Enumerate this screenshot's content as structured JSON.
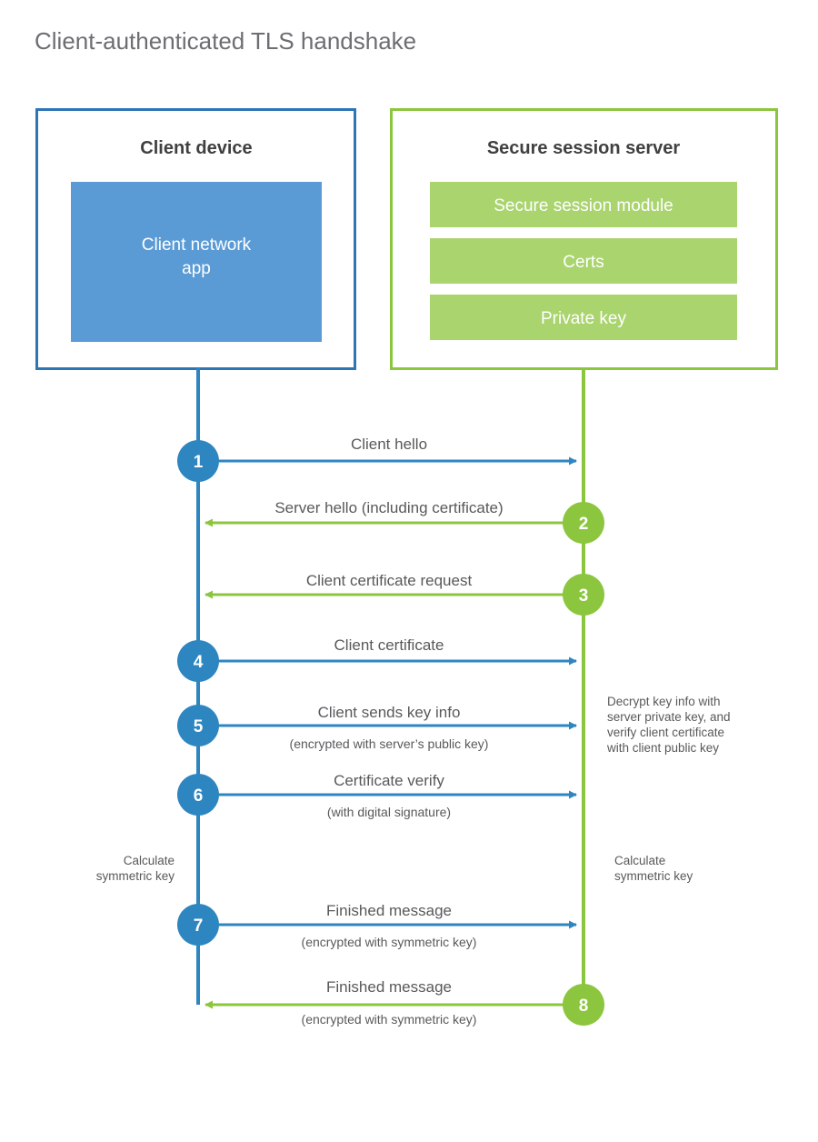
{
  "title": "Client-authenticated TLS handshake",
  "colors": {
    "client_border": "#2e75b6",
    "client_fill": "#5b9bd5",
    "client_line": "#2e86c1",
    "server_border": "#8cc63f",
    "server_fill": "#a9d46e",
    "server_line": "#8cc63f",
    "text_dark": "#404040",
    "text_body": "#58595b",
    "title_gray": "#6d6e71",
    "white": "#ffffff"
  },
  "client": {
    "title": "Client device",
    "app_label_line1": "Client network",
    "app_label_line2": "app"
  },
  "server": {
    "title": "Secure session server",
    "modules": [
      {
        "label": "Secure session module"
      },
      {
        "label": "Certs"
      },
      {
        "label": "Private key"
      }
    ]
  },
  "steps": [
    {
      "number": "1",
      "label": "Client hello",
      "sublabel": "",
      "direction": "client-to-server",
      "color": "#2e86c1"
    },
    {
      "number": "2",
      "label": "Server hello (including certificate)",
      "sublabel": "",
      "direction": "server-to-client",
      "color": "#8cc63f"
    },
    {
      "number": "3",
      "label": "Client certificate request",
      "sublabel": "",
      "direction": "server-to-client",
      "color": "#8cc63f"
    },
    {
      "number": "4",
      "label": "Client certificate",
      "sublabel": "",
      "direction": "client-to-server",
      "color": "#2e86c1"
    },
    {
      "number": "5",
      "label": "Client sends key info",
      "sublabel": "(encrypted with server’s public key)",
      "direction": "client-to-server",
      "color": "#2e86c1"
    },
    {
      "number": "6",
      "label": "Certificate verify",
      "sublabel": "(with digital signature)",
      "direction": "client-to-server",
      "color": "#2e86c1"
    },
    {
      "number": "7",
      "label": "Finished message",
      "sublabel": "(encrypted with symmetric key)",
      "direction": "client-to-server",
      "color": "#2e86c1"
    },
    {
      "number": "8",
      "label": "Finished message",
      "sublabel": "(encrypted with symmetric key)",
      "direction": "server-to-client",
      "color": "#8cc63f"
    }
  ],
  "notes": {
    "server_decrypt": {
      "lines": [
        "Decrypt key info with",
        "server private key, and",
        "verify client certificate",
        "with client public key"
      ]
    },
    "client_calculate": {
      "lines": [
        "Calculate",
        "symmetric key"
      ]
    },
    "server_calculate": {
      "lines": [
        "Calculate",
        "symmetric key"
      ]
    }
  }
}
